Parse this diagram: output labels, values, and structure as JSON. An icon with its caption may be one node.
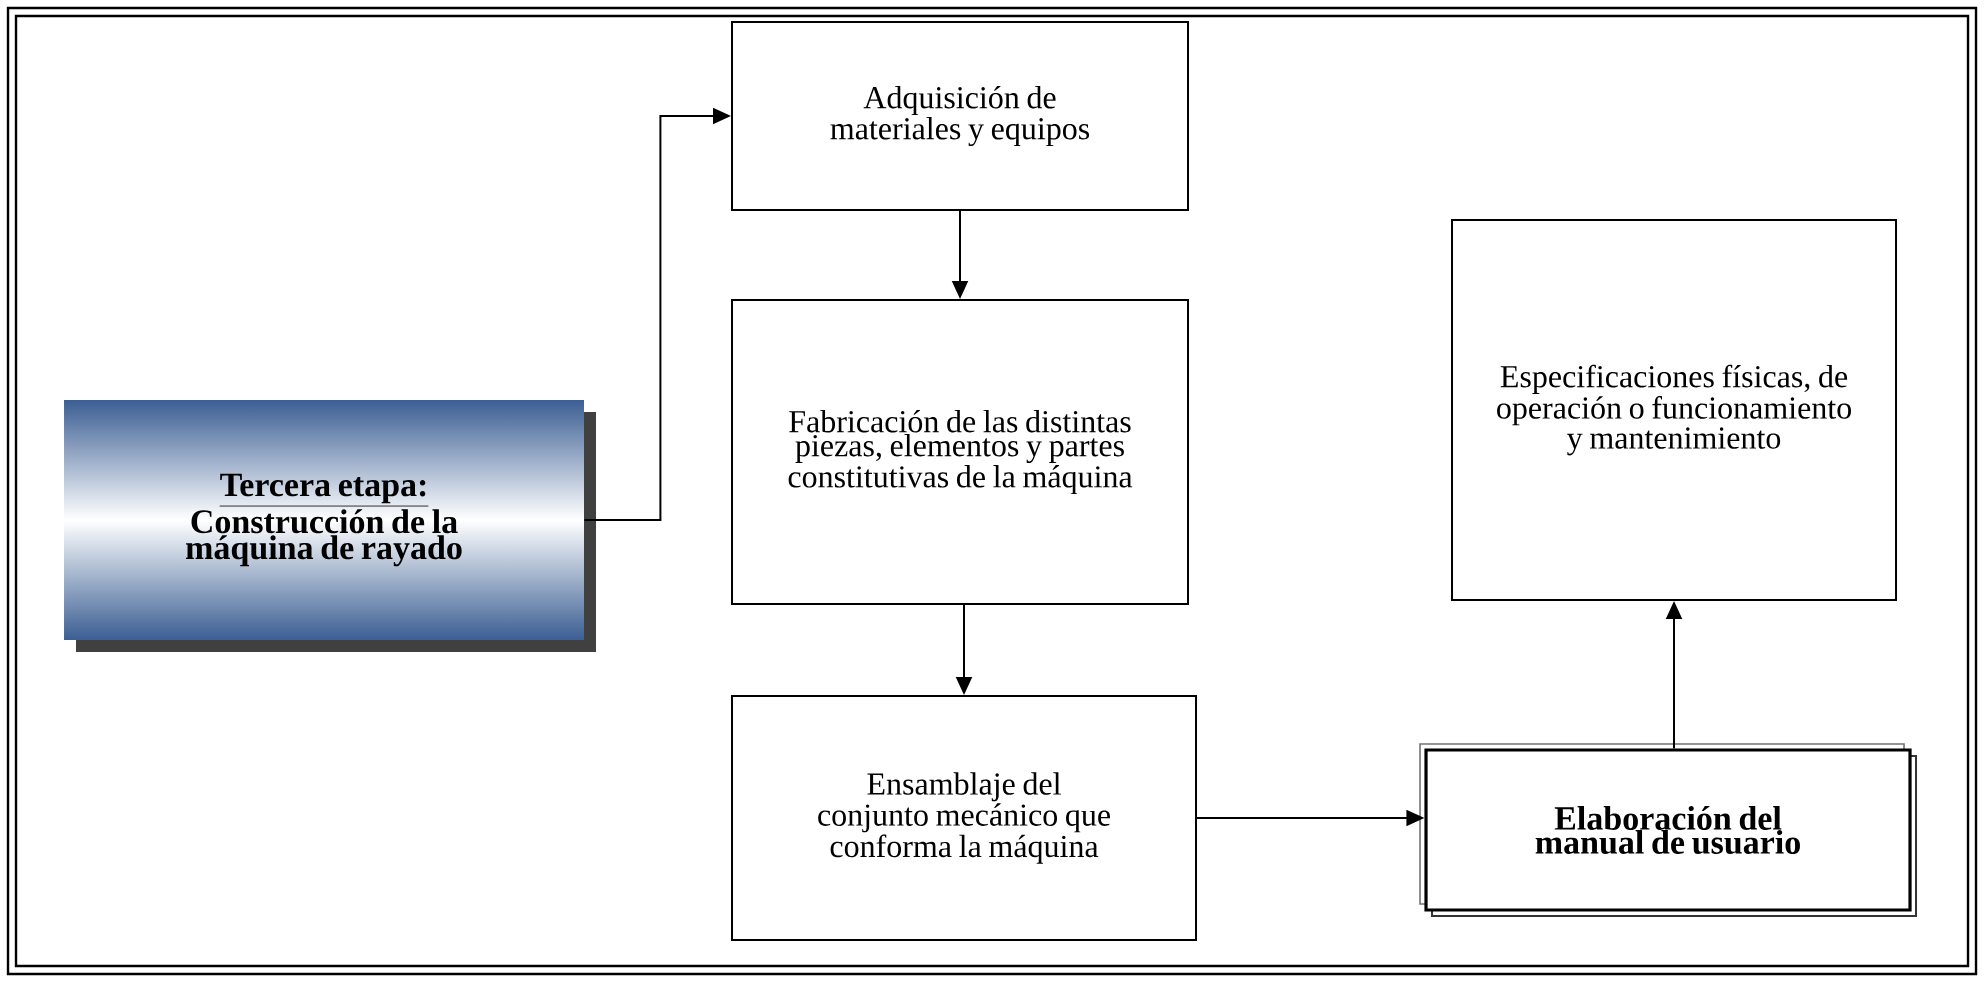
{
  "diagram": {
    "nodes": [
      {
        "text": [
          "Tercera etapa:",
          "Construcción de la máquina de rayado"
        ]
      },
      {
        "text": [
          "Adquisición de materiales y equipos"
        ]
      },
      {
        "text": [
          "Fabricación de las distintas piezas, elementos y partes constitutivas de la máquina"
        ]
      },
      {
        "text": [
          "Ensamblaje del conjunto mecánico que conforma la máquina"
        ]
      },
      {
        "text": [
          "Elaboración del manual de usuario"
        ]
      },
      {
        "text": [
          "Especificaciones físicas, de operación o funcionamiento y mantenimiento"
        ]
      }
    ],
    "edges": [
      {
        "from": 0,
        "to": 1,
        "arrow": "to"
      },
      {
        "from": 1,
        "to": 2,
        "arrow": "to"
      },
      {
        "from": 2,
        "to": 3,
        "arrow": "to"
      },
      {
        "from": 3,
        "to": 4,
        "arrow": "to"
      },
      {
        "from": 4,
        "to": 5,
        "arrow": "to"
      }
    ]
  }
}
